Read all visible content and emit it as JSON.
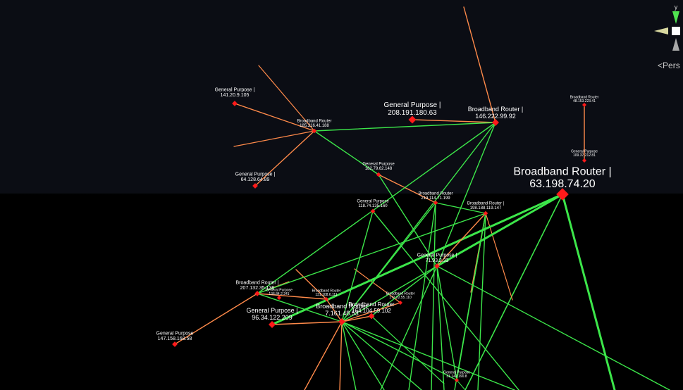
{
  "viewport": {
    "projection_label": "Pers",
    "projection_prefix": "<"
  },
  "gizmo": {
    "axis_y_label": "y"
  },
  "colors": {
    "background_top": "#0b0d14",
    "background_bottom": "#000000",
    "edge_green": "#3ce64a",
    "edge_orange": "#ff8a4a",
    "node_red": "#ff1a1a",
    "label_white": "#ffffff"
  },
  "nodes": [
    {
      "id": "n1",
      "line1": "General Purpose |",
      "line2": "141.20.9.105"
    },
    {
      "id": "n2",
      "line1": "Broadband Router",
      "line2": "185.216.41.188"
    },
    {
      "id": "n3",
      "line1": "General Purpose |",
      "line2": "208.191.180.63"
    },
    {
      "id": "n4",
      "line1": "Broadband Router |",
      "line2": "146.222.99.92"
    },
    {
      "id": "n5",
      "line1": "General Purpose |",
      "line2": "64.128.64.89"
    },
    {
      "id": "n6",
      "line1": "General Purpose",
      "line2": "182.79.62.148"
    },
    {
      "id": "n7",
      "line1": "Broadband Router |",
      "line2": "63.198.74.20"
    },
    {
      "id": "n8",
      "line1": "Broadband Router",
      "line2": "219.114.71.199"
    },
    {
      "id": "n9",
      "line1": "General Purpose",
      "line2": "118.74.135.160"
    },
    {
      "id": "n10",
      "line1": "Broadband Router |",
      "line2": "198.188.119.147"
    },
    {
      "id": "n11",
      "line1": "General Purpose |",
      "line2": "71.93.2.33"
    },
    {
      "id": "n12",
      "line1": "Broadband Router |",
      "line2": "207.132.35.136"
    },
    {
      "id": "n13",
      "line1": "General Purpose |",
      "line2": "96.34.122.209"
    },
    {
      "id": "n14",
      "line1": "Broadband Router",
      "line2": "7.161.48.53"
    },
    {
      "id": "n15",
      "line1": "Broadband Router",
      "line2": "164.104.59.102"
    },
    {
      "id": "n16",
      "line1": "General Purpose",
      "line2": "147.158.168.58"
    },
    {
      "id": "n17",
      "line1": "Broadband Router",
      "line2": "131.108.6.111"
    },
    {
      "id": "n18",
      "line1": "General Purpose",
      "line2": "136.84.2.241"
    },
    {
      "id": "n19",
      "line1": "Broadband Router",
      "line2": "48.153.223.41"
    },
    {
      "id": "n20",
      "line1": "General Purpose",
      "line2": "109.37.212.81"
    },
    {
      "id": "n21",
      "line1": "Broadband Router",
      "line2": "172.22.55.110"
    },
    {
      "id": "n22",
      "line1": "General Purpose",
      "line2": "31.142.190.8"
    }
  ],
  "edges": [
    {
      "from": "n3",
      "to": "n4",
      "kind": "orange"
    },
    {
      "from": "n2",
      "to": "n4",
      "kind": "green"
    },
    {
      "from": "n2",
      "to": "n1",
      "kind": "orange"
    },
    {
      "from": "n2",
      "to": "n5",
      "kind": "orange"
    },
    {
      "from": "n2",
      "to": "n6",
      "kind": "green"
    },
    {
      "from": "n6",
      "to": "n8",
      "kind": "orange"
    },
    {
      "from": "n6",
      "to": "n11",
      "kind": "green"
    },
    {
      "from": "n4",
      "to": "n12",
      "kind": "green"
    },
    {
      "from": "n4",
      "to": "n11",
      "kind": "green"
    },
    {
      "from": "n4",
      "to": "n14",
      "kind": "green"
    },
    {
      "from": "n7",
      "to": "n13",
      "kind": "green"
    },
    {
      "from": "n7",
      "to": "n11",
      "kind": "green"
    },
    {
      "from": "n10",
      "to": "n12",
      "kind": "green"
    },
    {
      "from": "n10",
      "to": "n11",
      "kind": "orange"
    },
    {
      "from": "n10",
      "to": "n8",
      "kind": "green"
    },
    {
      "from": "n8",
      "to": "n14",
      "kind": "green"
    },
    {
      "from": "n9",
      "to": "n14",
      "kind": "green"
    },
    {
      "from": "n12",
      "to": "n16",
      "kind": "orange"
    },
    {
      "from": "n12",
      "to": "n17",
      "kind": "orange"
    },
    {
      "from": "n12",
      "to": "n14",
      "kind": "green"
    },
    {
      "from": "n14",
      "to": "n15",
      "kind": "orange"
    },
    {
      "from": "n13",
      "to": "n14",
      "kind": "orange"
    },
    {
      "from": "n11",
      "to": "n14",
      "kind": "green"
    },
    {
      "from": "n11",
      "to": "n15",
      "kind": "green"
    },
    {
      "from": "n19",
      "to": "n20",
      "kind": "orange"
    },
    {
      "from": "n17",
      "to": "n14",
      "kind": "orange"
    },
    {
      "from": "n21",
      "to": "n14",
      "kind": "orange"
    },
    {
      "from": "n22",
      "to": "n11",
      "kind": "green"
    },
    {
      "from": "n22",
      "to": "n14",
      "kind": "green"
    },
    {
      "from": "n22",
      "to": "n10",
      "kind": "green"
    }
  ]
}
